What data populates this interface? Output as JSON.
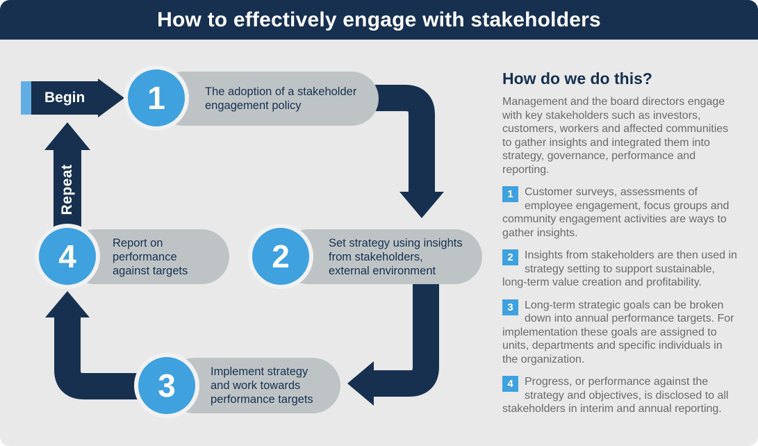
{
  "header": {
    "title": "How to effectively engage with stakeholders"
  },
  "cycle": {
    "begin_label": "Begin",
    "repeat_label": "Repeat",
    "steps": [
      {
        "number": "1",
        "text": "The adoption of a stakeholder\nengagement policy"
      },
      {
        "number": "2",
        "text": "Set strategy using insights\nfrom stakeholders,\nexternal environment"
      },
      {
        "number": "3",
        "text": "Implement strategy\nand work towards\nperformance targets"
      },
      {
        "number": "4",
        "text": "Report on\nperformance\nagainst targets"
      }
    ]
  },
  "sidebar": {
    "heading": "How do we do this?",
    "intro": "Management and the board directors engage\nwith key stakeholders such as investors,\ncustomers, workers and affected communities\nto gather insights and integrated them into\nstrategy, governance, performance and\nreporting.",
    "items": [
      {
        "number": "1",
        "text": "Customer surveys, assessments of\nemployee engagement, focus groups and\ncommunity engagement activities are ways to\ngather insights."
      },
      {
        "number": "2",
        "text": "Insights from stakeholders are then used in\nstrategy setting to support sustainable,\nlong-term value creation and profitability."
      },
      {
        "number": "3",
        "text": "Long-term strategic goals can be broken\ndown into annual performance targets. For\nimplementation these goals are assigned to\nunits, departments and specific individuals in\nthe organization."
      },
      {
        "number": "4",
        "text": "Progress, or performance against the\nstrategy and objectives, is disclosed to all\nstakeholders in interim and annual reporting."
      }
    ]
  },
  "colors": {
    "navy": "#17304f",
    "blue": "#3fa1dd",
    "light_blue": "#62aee2",
    "pill_gray": "#bec4c6",
    "background_gray": "#e9e9e9",
    "body_text_gray": "#696a6c",
    "white": "#ffffff"
  }
}
